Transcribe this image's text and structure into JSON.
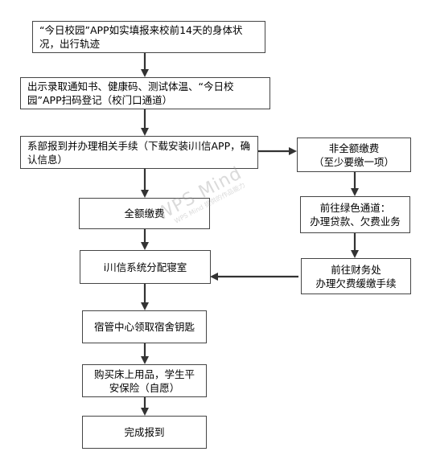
{
  "flowchart": {
    "nodes": {
      "n1": "“今日校园”APP如实填报来校前14天的身体状况，出行轨迹",
      "n2": "出示录取通知书、健康码、测试体温、“今日校园”APP扫码登记（校门口通道）",
      "n3": "系部报到并办理相关手续（下载安装i川信APP，确认信息）",
      "n4": "全额缴费",
      "n5": "i川信系统分配寝室",
      "n6": "宿管中心领取宿舍钥匙",
      "n7": "购买床上用品，学生平安保险（自愿）",
      "n8": "完成报到",
      "s1_line1": "非全额缴费",
      "s1_line2": "（至少要缴一项）",
      "s2_line1": "前往绿色通道：",
      "s2_line2": "办理贷款、欠费业务",
      "s3_line1": "前往财务处",
      "s3_line2": "办理欠费缓缴手续"
    },
    "watermark": {
      "title": "WPS Mind",
      "subtitle": "WPS Mind 提供的作品能力"
    },
    "colors": {
      "border": "#454545",
      "arrow": "#333333",
      "background": "#ffffff"
    }
  }
}
